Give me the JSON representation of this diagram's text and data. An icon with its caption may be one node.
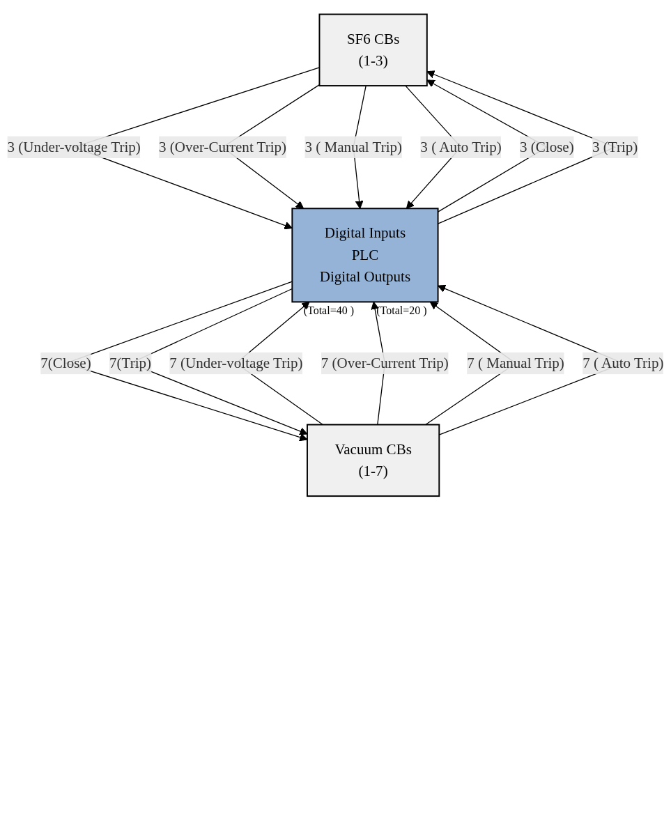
{
  "diagram": {
    "nodes": [
      {
        "text": [
          "SF6 CBs",
          "(1-3)"
        ]
      },
      {
        "text": [
          "Vacuum CBs",
          "(1-7)"
        ]
      },
      {
        "text": [
          "Digital Inputs",
          "PLC",
          "Digital Outputs"
        ],
        "beside": [
          "(Total=40 )",
          "(Total=20 )"
        ]
      }
    ],
    "edges": [
      {
        "from": 0,
        "to": 2,
        "arrow": "to",
        "label": "3 (Under-voltage Trip)"
      },
      {
        "from": 0,
        "to": 2,
        "arrow": "to",
        "label": "3 (Over-Current Trip)"
      },
      {
        "from": 0,
        "to": 2,
        "arrow": "to",
        "label": "3 ( Manual Trip)"
      },
      {
        "from": 0,
        "to": 2,
        "arrow": "to",
        "label": "3 ( Auto Trip)"
      },
      {
        "from": 2,
        "to": 0,
        "arrow": "to",
        "label": "3 (Close)"
      },
      {
        "from": 2,
        "to": 0,
        "arrow": "to",
        "label": "3 (Trip)"
      },
      {
        "from": 1,
        "to": 2,
        "arrow": "to",
        "label": "7 (Under-voltage Trip)"
      },
      {
        "from": 1,
        "to": 2,
        "arrow": "to",
        "label": "7 (Over-Current Trip)"
      },
      {
        "from": 1,
        "to": 2,
        "arrow": "to",
        "label": "7 ( Manual Trip)"
      },
      {
        "from": 1,
        "to": 2,
        "arrow": "to",
        "label": "7 ( Auto Trip)"
      },
      {
        "from": 2,
        "to": 1,
        "arrow": "to",
        "label": "7(Close)"
      },
      {
        "from": 2,
        "to": 1,
        "arrow": "to",
        "label": "7(Trip)"
      }
    ]
  }
}
